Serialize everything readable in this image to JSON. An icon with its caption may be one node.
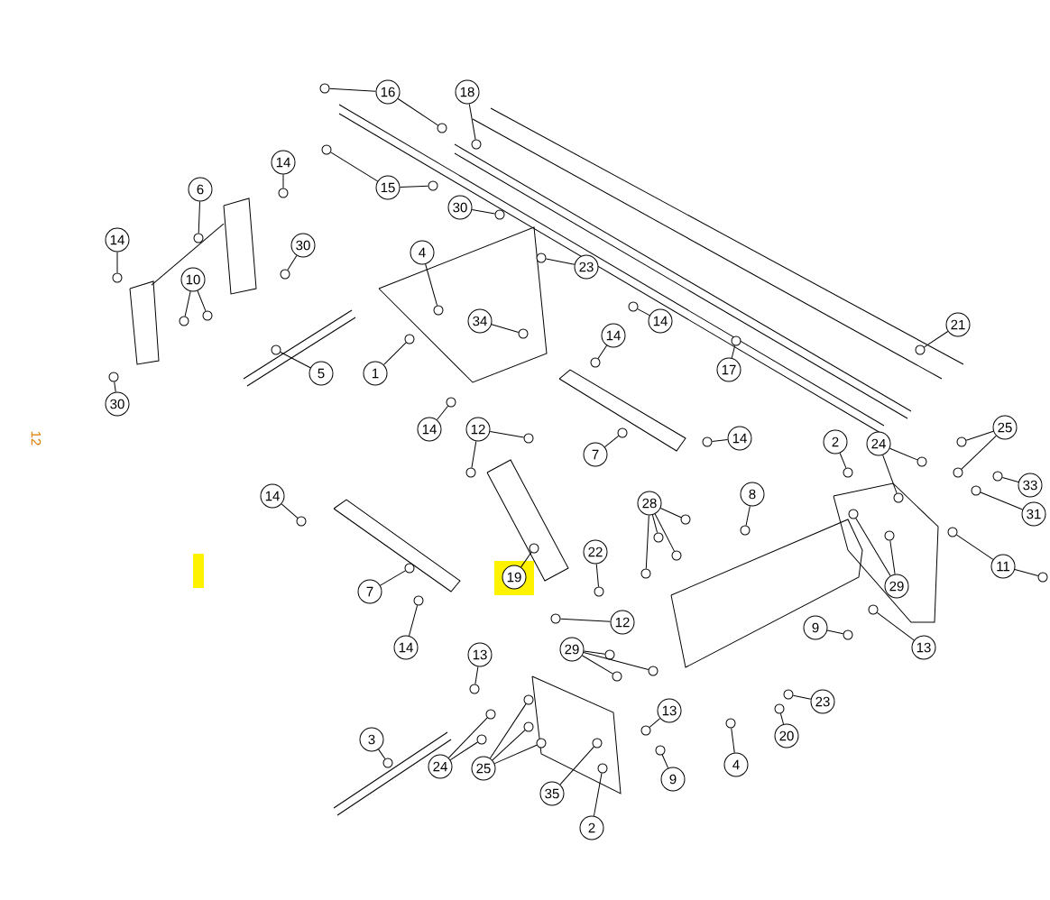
{
  "diagram": {
    "nodes": [
      {
        "text": [
          "16"
        ]
      },
      {
        "text": [
          "18"
        ]
      },
      {
        "text": [
          "14"
        ]
      },
      {
        "text": [
          "6"
        ]
      },
      {
        "text": [
          "15"
        ]
      },
      {
        "text": [
          "30"
        ]
      },
      {
        "text": [
          "14"
        ]
      },
      {
        "text": [
          "30"
        ]
      },
      {
        "text": [
          "4"
        ]
      },
      {
        "text": [
          "23"
        ]
      },
      {
        "text": [
          "10"
        ]
      },
      {
        "text": [
          "34"
        ]
      },
      {
        "text": [
          "14"
        ]
      },
      {
        "text": [
          "14"
        ]
      },
      {
        "text": [
          "21"
        ]
      },
      {
        "text": [
          "17"
        ]
      },
      {
        "text": [
          "5"
        ]
      },
      {
        "text": [
          "1"
        ]
      },
      {
        "text": [
          "30"
        ]
      },
      {
        "text": [
          "14"
        ]
      },
      {
        "text": [
          "12"
        ]
      },
      {
        "text": [
          "25"
        ]
      },
      {
        "text": [
          "14"
        ]
      },
      {
        "text": [
          "2"
        ]
      },
      {
        "text": [
          "24"
        ]
      },
      {
        "text": [
          "33"
        ]
      },
      {
        "text": [
          "7"
        ]
      },
      {
        "text": [
          "8"
        ]
      },
      {
        "text": [
          "14"
        ]
      },
      {
        "text": [
          "28"
        ]
      },
      {
        "text": [
          "31"
        ]
      },
      {
        "text": [
          "22"
        ]
      },
      {
        "text": [
          "11"
        ]
      },
      {
        "text": [
          "19"
        ]
      },
      {
        "text": [
          "29"
        ]
      },
      {
        "text": [
          "7"
        ]
      },
      {
        "text": [
          "12"
        ]
      },
      {
        "text": [
          "9"
        ]
      },
      {
        "text": [
          "14"
        ]
      },
      {
        "text": [
          "13"
        ]
      },
      {
        "text": [
          "29"
        ]
      },
      {
        "text": [
          "13"
        ]
      },
      {
        "text": [
          "23"
        ]
      },
      {
        "text": [
          "13"
        ]
      },
      {
        "text": [
          "20"
        ]
      },
      {
        "text": [
          "3"
        ]
      },
      {
        "text": [
          "4"
        ]
      },
      {
        "text": [
          "24"
        ]
      },
      {
        "text": [
          "25"
        ]
      },
      {
        "text": [
          "9"
        ]
      },
      {
        "text": [
          "35"
        ]
      },
      {
        "text": [
          "2"
        ]
      },
      {
        "text": [],
        "shape": "circle"
      },
      {
        "text": [],
        "shape": "circle"
      },
      {
        "text": [],
        "shape": "circle"
      },
      {
        "text": [],
        "shape": "circle"
      },
      {
        "text": [],
        "shape": "circle"
      },
      {
        "text": [],
        "shape": "circle"
      },
      {
        "text": [],
        "shape": "circle"
      },
      {
        "text": [],
        "shape": "circle"
      },
      {
        "text": [],
        "shape": "circle"
      },
      {
        "text": [],
        "shape": "circle"
      },
      {
        "text": [],
        "shape": "circle"
      },
      {
        "text": [],
        "shape": "circle"
      },
      {
        "text": [],
        "shape": "circle"
      },
      {
        "text": [],
        "shape": "circle"
      },
      {
        "text": [],
        "shape": "circle"
      },
      {
        "text": [],
        "shape": "circle"
      },
      {
        "text": [],
        "shape": "circle"
      },
      {
        "text": [],
        "shape": "circle"
      },
      {
        "text": [],
        "shape": "circle"
      },
      {
        "text": [],
        "shape": "circle"
      },
      {
        "text": [],
        "shape": "circle"
      },
      {
        "text": [],
        "shape": "circle"
      },
      {
        "text": [],
        "shape": "circle"
      },
      {
        "text": [],
        "shape": "circle"
      },
      {
        "text": [],
        "shape": "circle"
      },
      {
        "text": [],
        "shape": "circle"
      },
      {
        "text": [],
        "shape": "circle"
      },
      {
        "text": [],
        "shape": "circle"
      },
      {
        "text": [],
        "shape": "circle"
      },
      {
        "text": [],
        "shape": "circle"
      },
      {
        "text": [],
        "shape": "circle"
      },
      {
        "text": [],
        "shape": "circle"
      },
      {
        "text": [],
        "shape": "circle"
      },
      {
        "text": [],
        "shape": "circle"
      },
      {
        "text": [],
        "shape": "circle"
      },
      {
        "text": [],
        "shape": "circle"
      },
      {
        "text": [],
        "shape": "circle"
      },
      {
        "text": [],
        "shape": "circle"
      },
      {
        "text": [],
        "shape": "circle"
      },
      {
        "text": [],
        "shape": "circle"
      },
      {
        "text": [],
        "shape": "circle"
      },
      {
        "text": [],
        "shape": "circle"
      },
      {
        "text": [],
        "shape": "circle"
      },
      {
        "text": [],
        "shape": "circle"
      },
      {
        "text": [],
        "shape": "circle"
      },
      {
        "text": [],
        "shape": "circle"
      },
      {
        "text": [],
        "shape": "circle"
      },
      {
        "text": [],
        "shape": "circle"
      },
      {
        "text": [],
        "shape": "circle"
      },
      {
        "text": [],
        "shape": "circle"
      },
      {
        "text": [],
        "shape": "circle"
      },
      {
        "text": [],
        "shape": "circle"
      },
      {
        "text": [],
        "shape": "circle"
      },
      {
        "text": [],
        "shape": "circle"
      },
      {
        "text": [],
        "shape": "circle"
      },
      {
        "text": [],
        "shape": "circle"
      },
      {
        "text": [],
        "shape": "circle"
      },
      {
        "text": [],
        "shape": "circle"
      },
      {
        "text": [],
        "shape": "circle"
      },
      {
        "text": [],
        "shape": "circle"
      },
      {
        "text": [],
        "shape": "circle"
      },
      {
        "text": [],
        "shape": "circle"
      },
      {
        "text": [],
        "shape": "circle"
      },
      {
        "text": [],
        "shape": "circle"
      },
      {
        "text": [],
        "shape": "circle"
      },
      {
        "text": [],
        "shape": "circle"
      },
      {
        "text": [],
        "shape": "circle"
      },
      {
        "text": [],
        "shape": "circle"
      }
    ],
    "edges": [
      {
        "from": 0,
        "to": 52,
        "arrow": "none"
      },
      {
        "from": 0,
        "to": 53,
        "arrow": "none"
      },
      {
        "from": 1,
        "to": 54,
        "arrow": "none"
      },
      {
        "from": 2,
        "to": 55,
        "arrow": "none"
      },
      {
        "from": 3,
        "to": 56,
        "arrow": "none"
      },
      {
        "from": 4,
        "to": 57,
        "arrow": "none"
      },
      {
        "from": 4,
        "to": 58,
        "arrow": "none"
      },
      {
        "from": 5,
        "to": 59,
        "arrow": "none"
      },
      {
        "from": 6,
        "to": 60,
        "arrow": "none"
      },
      {
        "from": 7,
        "to": 61,
        "arrow": "none"
      },
      {
        "from": 8,
        "to": 62,
        "arrow": "none"
      },
      {
        "from": 9,
        "to": 63,
        "arrow": "none"
      },
      {
        "from": 10,
        "to": 64,
        "arrow": "none"
      },
      {
        "from": 10,
        "to": 65,
        "arrow": "none"
      },
      {
        "from": 11,
        "to": 66,
        "arrow": "none"
      },
      {
        "from": 12,
        "to": 67,
        "arrow": "none"
      },
      {
        "from": 13,
        "to": 68,
        "arrow": "none"
      },
      {
        "from": 14,
        "to": 69,
        "arrow": "none"
      },
      {
        "from": 15,
        "to": 70,
        "arrow": "none"
      },
      {
        "from": 16,
        "to": 71,
        "arrow": "none"
      },
      {
        "from": 17,
        "to": 72,
        "arrow": "none"
      },
      {
        "from": 18,
        "to": 73,
        "arrow": "none"
      },
      {
        "from": 19,
        "to": 74,
        "arrow": "none"
      },
      {
        "from": 20,
        "to": 75,
        "arrow": "none"
      },
      {
        "from": 20,
        "to": 76,
        "arrow": "none"
      },
      {
        "from": 21,
        "to": 77,
        "arrow": "none"
      },
      {
        "from": 21,
        "to": 78,
        "arrow": "none"
      },
      {
        "from": 22,
        "to": 79,
        "arrow": "none"
      },
      {
        "from": 23,
        "to": 80,
        "arrow": "none"
      },
      {
        "from": 24,
        "to": 81,
        "arrow": "none"
      },
      {
        "from": 24,
        "to": 82,
        "arrow": "none"
      },
      {
        "from": 25,
        "to": 83,
        "arrow": "none"
      },
      {
        "from": 26,
        "to": 84,
        "arrow": "none"
      },
      {
        "from": 27,
        "to": 85,
        "arrow": "none"
      },
      {
        "from": 28,
        "to": 86,
        "arrow": "none"
      },
      {
        "from": 29,
        "to": 87,
        "arrow": "none"
      },
      {
        "from": 29,
        "to": 88,
        "arrow": "none"
      },
      {
        "from": 29,
        "to": 89,
        "arrow": "none"
      },
      {
        "from": 29,
        "to": 90,
        "arrow": "none"
      },
      {
        "from": 30,
        "to": 91,
        "arrow": "none"
      },
      {
        "from": 31,
        "to": 92,
        "arrow": "none"
      },
      {
        "from": 32,
        "to": 93,
        "arrow": "none"
      },
      {
        "from": 32,
        "to": 94,
        "arrow": "none"
      },
      {
        "from": 33,
        "to": 95,
        "arrow": "none"
      },
      {
        "from": 34,
        "to": 96,
        "arrow": "none"
      },
      {
        "from": 34,
        "to": 97,
        "arrow": "none"
      },
      {
        "from": 35,
        "to": 98,
        "arrow": "none"
      },
      {
        "from": 36,
        "to": 99,
        "arrow": "none"
      },
      {
        "from": 37,
        "to": 100,
        "arrow": "none"
      },
      {
        "from": 38,
        "to": 101,
        "arrow": "none"
      },
      {
        "from": 39,
        "to": 102,
        "arrow": "none"
      },
      {
        "from": 40,
        "to": 103,
        "arrow": "none"
      },
      {
        "from": 40,
        "to": 104,
        "arrow": "none"
      },
      {
        "from": 40,
        "to": 105,
        "arrow": "none"
      },
      {
        "from": 41,
        "to": 106,
        "arrow": "none"
      },
      {
        "from": 42,
        "to": 107,
        "arrow": "none"
      },
      {
        "from": 43,
        "to": 108,
        "arrow": "none"
      },
      {
        "from": 44,
        "to": 109,
        "arrow": "none"
      },
      {
        "from": 45,
        "to": 110,
        "arrow": "none"
      },
      {
        "from": 46,
        "to": 111,
        "arrow": "none"
      },
      {
        "from": 47,
        "to": 112,
        "arrow": "none"
      },
      {
        "from": 47,
        "to": 113,
        "arrow": "none"
      },
      {
        "from": 48,
        "to": 114,
        "arrow": "none"
      },
      {
        "from": 48,
        "to": 115,
        "arrow": "none"
      },
      {
        "from": 48,
        "to": 116,
        "arrow": "none"
      },
      {
        "from": 49,
        "to": 117,
        "arrow": "none"
      },
      {
        "from": 50,
        "to": 118,
        "arrow": "none"
      },
      {
        "from": 51,
        "to": 119,
        "arrow": "none"
      }
    ],
    "labels": [
      "12"
    ]
  }
}
